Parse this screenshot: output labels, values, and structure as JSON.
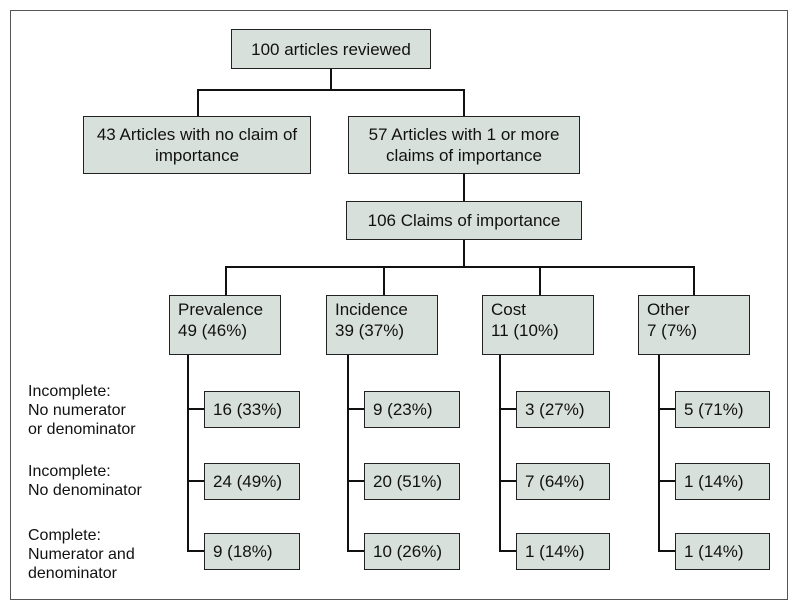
{
  "top": "100 articles reviewed",
  "no_claim": "43 Articles with no claim of importance",
  "with_claim": "57 Articles with 1 or more claims of importance",
  "claims": "106 Claims of importance",
  "categories": [
    {
      "name": "Prevalence",
      "count": "49 (46%)",
      "values": [
        "16 (33%)",
        "24 (49%)",
        "9 (18%)"
      ]
    },
    {
      "name": "Incidence",
      "count": "39 (37%)",
      "values": [
        "9 (23%)",
        "20 (51%)",
        "10 (26%)"
      ]
    },
    {
      "name": "Cost",
      "count": "11 (10%)",
      "values": [
        "3 (27%)",
        "7 (64%)",
        "1 (14%)"
      ]
    },
    {
      "name": "Other",
      "count": "7 (7%)",
      "values": [
        "5 (71%)",
        "1 (14%)",
        "1 (14%)"
      ]
    }
  ],
  "row_labels": [
    [
      "Incomplete:",
      "No numerator",
      "or denominator"
    ],
    [
      "Incomplete:",
      "No denominator"
    ],
    [
      "Complete:",
      "Numerator and",
      "denominator"
    ]
  ],
  "colors": {
    "box_fill": "#d8e0db",
    "border": "#222222",
    "line": "#111111"
  }
}
